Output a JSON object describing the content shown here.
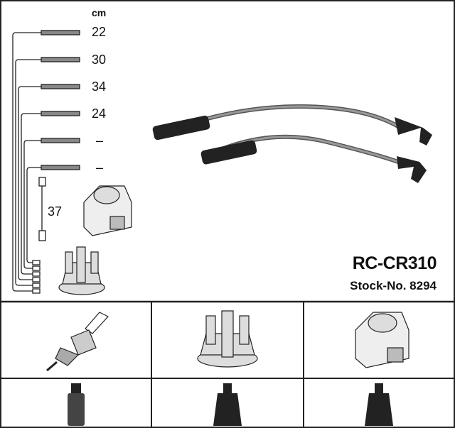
{
  "diagram": {
    "unit_label": "cm",
    "lengths": [
      "22",
      "30",
      "34",
      "24",
      "–",
      "–"
    ],
    "coil_lead_length": "37",
    "product_code": "RC-CR310",
    "stock_number": "Stock-No. 8294",
    "bottom_panels": [
      "spark-plug",
      "distributor-cap",
      "ignition-coil",
      "plug-boot",
      "cap-boot",
      "coil-boot"
    ]
  }
}
